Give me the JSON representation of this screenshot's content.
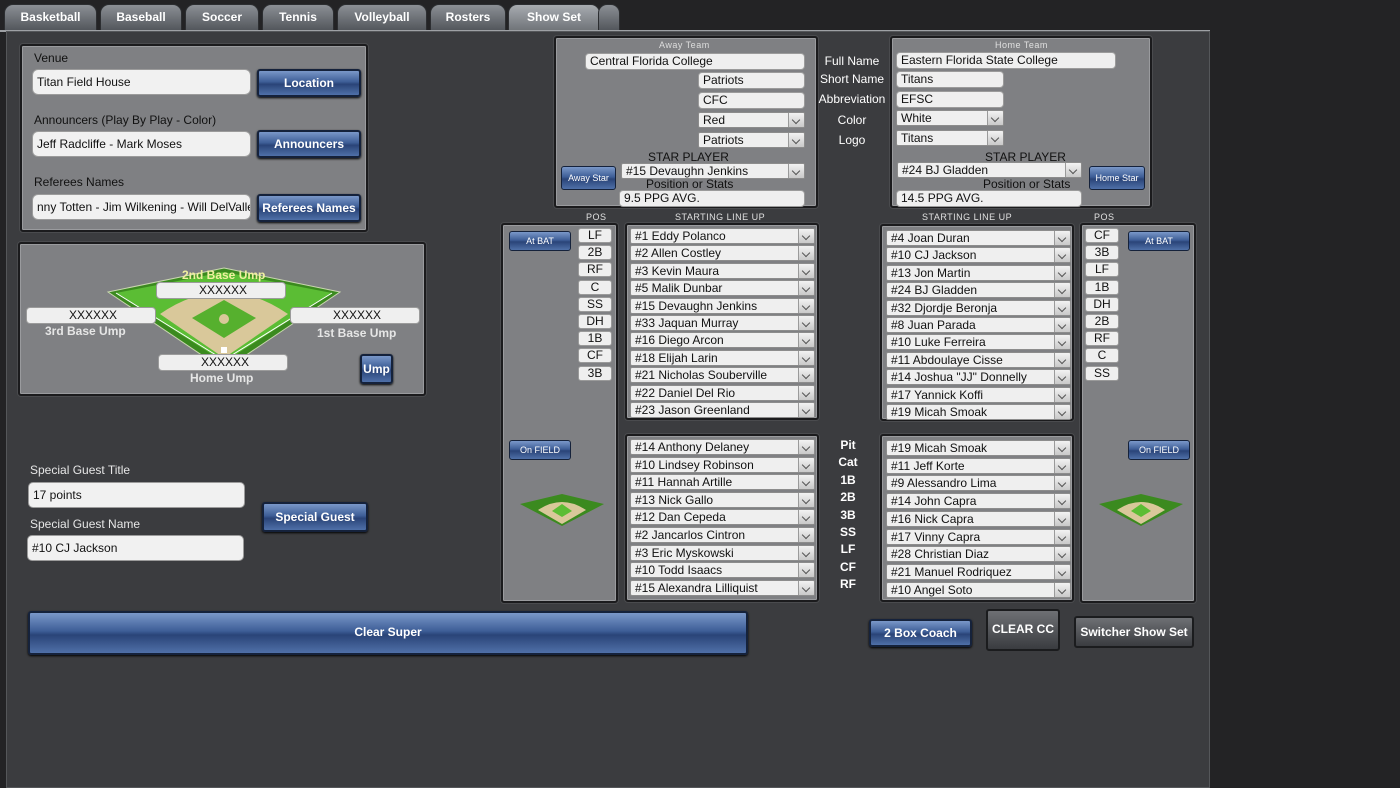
{
  "tabs": [
    "Basketball",
    "Baseball",
    "Soccer",
    "Tennis",
    "Volleyball",
    "Rosters",
    "Show Set"
  ],
  "venue": {
    "label": "Venue",
    "value": "Titan Field House",
    "button": "Location"
  },
  "announcers": {
    "label": "Announcers (Play By Play - Color)",
    "value": "Jeff Radcliffe - Mark Moses",
    "button": "Announcers"
  },
  "referees": {
    "label": "Referees Names",
    "value": "nny Totten - Jim Wilkening - Will DelValle",
    "button": "Referees Names"
  },
  "umps": {
    "second_label": "2nd Base Ump",
    "second": "XXXXXX",
    "third_label": "3rd Base Ump",
    "third": "XXXXXX",
    "first_label": "1st Base Ump",
    "first": "XXXXXX",
    "home_label": "Home Ump",
    "home": "XXXXXX",
    "button": "Ump"
  },
  "guest": {
    "title_label": "Special Guest Title",
    "title_value": "17 points",
    "name_label": "Special Guest Name",
    "name_value": "#10 CJ Jackson",
    "button": "Special Guest"
  },
  "clear_super": "Clear Super",
  "team_labels": {
    "full": "Full Name",
    "short": "Short Name",
    "abbr": "Abbreviation",
    "color": "Color",
    "logo": "Logo"
  },
  "away": {
    "header": "Away Team",
    "full": "Central Florida College",
    "short": "Patriots",
    "abbr": "CFC",
    "color": "Red",
    "logo": "Patriots",
    "star_label": "STAR PLAYER",
    "star": "#15 Devaughn Jenkins",
    "stats_label": "Position or Stats",
    "stats": "9.5 PPG AVG.",
    "star_button": "Away Star",
    "pos_header": "POS",
    "lineup_header": "STARTING LINE UP",
    "at_bat": "At BAT",
    "on_field": "On FIELD",
    "positions": [
      "LF",
      "2B",
      "RF",
      "C",
      "SS",
      "DH",
      "1B",
      "CF",
      "3B"
    ],
    "lineup": [
      "#1 Eddy Polanco",
      "#2 Allen Costley",
      "#3 Kevin Maura",
      "#5 Malik Dunbar",
      "#15 Devaughn Jenkins",
      "#33 Jaquan Murray",
      "#16 Diego Arcon",
      "#18 Elijah Larin",
      "#21 Nicholas Souberville",
      "#22 Daniel Del Rio",
      "#23 Jason Greenland"
    ],
    "field": [
      "#14 Anthony Delaney",
      "#10 Lindsey Robinson",
      "#11 Hannah Artille",
      "#13 Nick Gallo",
      "#12 Dan Cepeda",
      "#2 Jancarlos Cintron",
      "#3 Eric Myskowski",
      "#10 Todd Isaacs",
      "#15 Alexandra Lilliquist"
    ]
  },
  "home": {
    "header": "Home Team",
    "full": "Eastern Florida State College",
    "short": "Titans",
    "abbr": "EFSC",
    "color": "White",
    "logo": "Titans",
    "star_label": "STAR PLAYER",
    "star": "#24 BJ Gladden",
    "stats_label": "Position or Stats",
    "stats": "14.5 PPG AVG.",
    "star_button": "Home Star",
    "pos_header": "POS",
    "lineup_header": "STARTING LINE UP",
    "at_bat": "At BAT",
    "on_field": "On FIELD",
    "positions": [
      "CF",
      "3B",
      "LF",
      "1B",
      "DH",
      "2B",
      "RF",
      "C",
      "SS"
    ],
    "lineup": [
      "#4 Joan Duran",
      "#10 CJ Jackson",
      "#13 Jon Martin",
      "#24 BJ Gladden",
      "#32 Djordje Beronja",
      "#8 Juan Parada",
      "#10 Luke Ferreira",
      "#11 Abdoulaye Cisse",
      "#14 Joshua \"JJ\" Donnelly",
      "#17 Yannick Koffi",
      "#19 Micah Smoak"
    ],
    "field": [
      "#19 Micah Smoak",
      "#11 Jeff Korte",
      "#9 Alessandro Lima",
      "#14 John Capra",
      "#16 Nick Capra",
      "#17 Vinny Capra",
      "#28 Christian Diaz",
      "#21 Manuel Rodriquez",
      "#10 Angel Soto"
    ]
  },
  "field_positions": [
    "Pit",
    "Cat",
    "1B",
    "2B",
    "3B",
    "SS",
    "LF",
    "CF",
    "RF"
  ],
  "buttons": {
    "coach": "2 Box Coach",
    "clear_cc": "CLEAR CC",
    "switcher": "Switcher Show Set"
  },
  "icons": {
    "diamond": "baseball-diamond-icon",
    "dropdown": "chevron-down-icon"
  }
}
